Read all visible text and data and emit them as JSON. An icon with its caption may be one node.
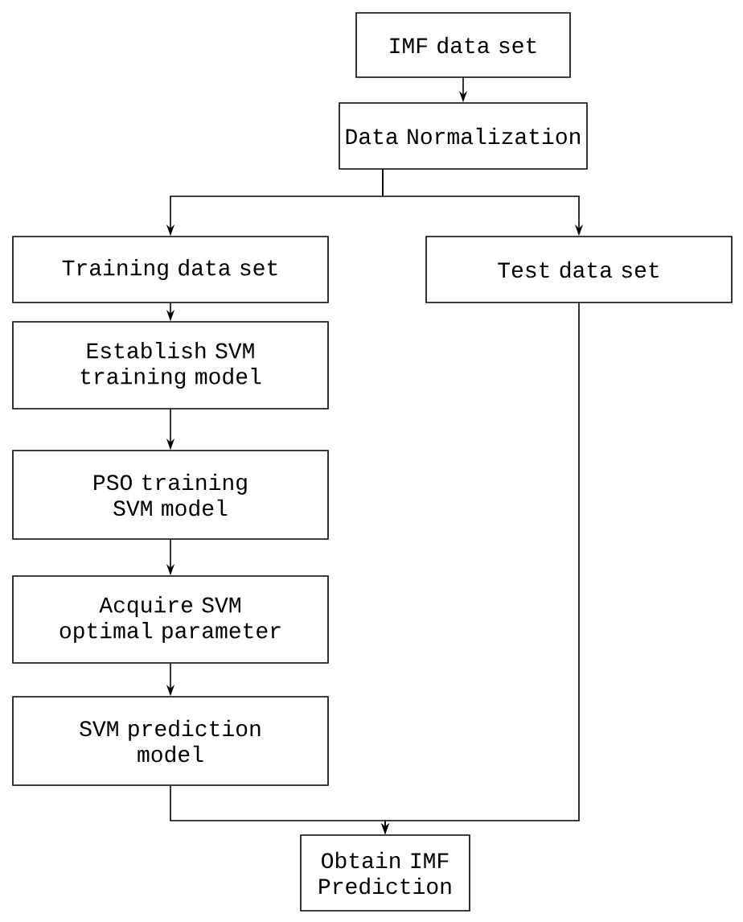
{
  "diagram": {
    "nodes": [
      {
        "text": [
          "IMF data set"
        ]
      },
      {
        "text": [
          "Data Normalization"
        ]
      },
      {
        "text": [
          "Training data set"
        ]
      },
      {
        "text": [
          "Test data set"
        ]
      },
      {
        "text": [
          "Establish SVM training model"
        ]
      },
      {
        "text": [
          "PSO training SVM model"
        ]
      },
      {
        "text": [
          "Acquire SVM optimal parameter"
        ]
      },
      {
        "text": [
          "SVM prediction model"
        ]
      },
      {
        "text": [
          "Obtain IMF Prediction"
        ]
      }
    ],
    "edges": [
      {
        "from": 0,
        "to": 1,
        "arrow": "to"
      },
      {
        "from": 1,
        "to": 2,
        "arrow": "to"
      },
      {
        "from": 1,
        "to": 3,
        "arrow": "to"
      },
      {
        "from": 2,
        "to": 4,
        "arrow": "to"
      },
      {
        "from": 4,
        "to": 5,
        "arrow": "to"
      },
      {
        "from": 5,
        "to": 6,
        "arrow": "to"
      },
      {
        "from": 6,
        "to": 7,
        "arrow": "to"
      },
      {
        "from": 7,
        "to": 8,
        "arrow": "to"
      },
      {
        "from": 3,
        "to": 8,
        "arrow": "to"
      }
    ]
  }
}
